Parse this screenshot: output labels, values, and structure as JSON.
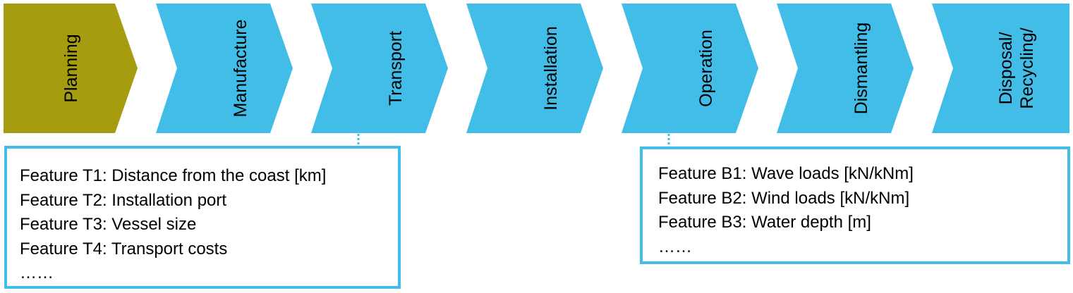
{
  "colors": {
    "planning_fill": "#a59d0f",
    "stage_fill": "#41bde8",
    "box_border": "#41bde8",
    "text": "#000000"
  },
  "stages": [
    {
      "label": "Planning",
      "highlight": true
    },
    {
      "label": "Manufacture",
      "highlight": false
    },
    {
      "label": "Transport",
      "highlight": false
    },
    {
      "label": "Installation",
      "highlight": false
    },
    {
      "label": "Operation",
      "highlight": false
    },
    {
      "label": "Dismantling",
      "highlight": false
    },
    {
      "label": "Disposal/\nRecycling/",
      "highlight": false
    }
  ],
  "transport_box": {
    "lines": [
      "Feature T1: Distance from the coast [km]",
      "Feature T2: Installation port",
      "Feature T3: Vessel size",
      "Feature T4: Transport costs",
      "……"
    ]
  },
  "operation_box": {
    "lines": [
      "Feature B1: Wave loads [kN/kNm]",
      "Feature B2: Wind loads [kN/kNm]",
      "Feature B3: Water depth [m]",
      "……"
    ]
  }
}
